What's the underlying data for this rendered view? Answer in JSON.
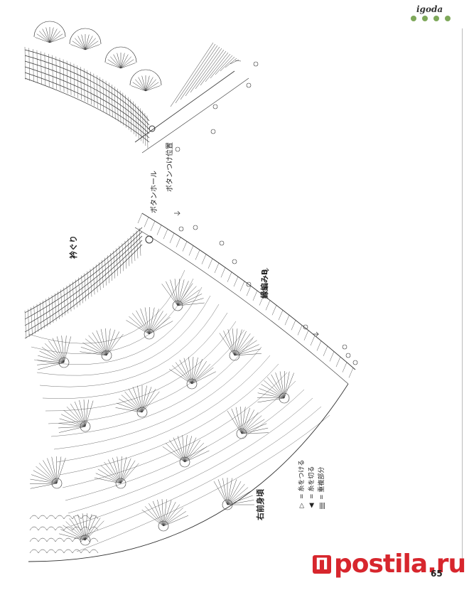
{
  "brand": {
    "name": "igoda",
    "accent_color": "#7ea85a"
  },
  "labels": {
    "buttonhole": "ボタンホール",
    "button_position": "ボタンつけ位置",
    "collar_edge": "衿ぐり",
    "edging_b": "縁編みB",
    "right_front_yoke": "右前身頃"
  },
  "legend": {
    "join_yarn": "= 糸をつける",
    "cut_yarn": "= 糸を切る",
    "overlap": "= 重複部分"
  },
  "watermark": {
    "mark": "П",
    "text": "postila.ru",
    "color": "#d7262d"
  },
  "page_number": "65"
}
